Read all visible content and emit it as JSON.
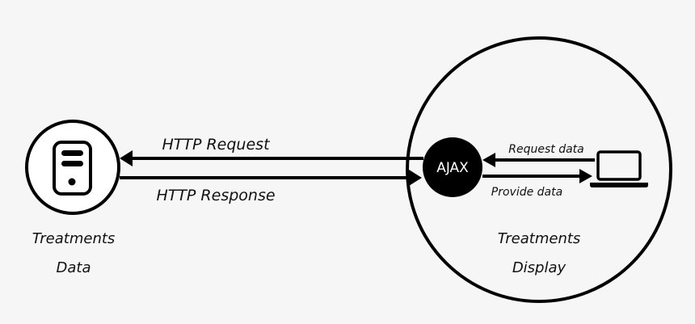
{
  "colors": {
    "background": "#f6f6f6",
    "stroke": "#000000",
    "ajax_fill": "#000000",
    "ajax_text": "#ffffff"
  },
  "server": {
    "icon": "server-icon",
    "label_line1": "Treatments",
    "label_line2": "Data"
  },
  "client": {
    "label_line1": "Treatments",
    "label_line2": "Display",
    "ajax_label": "AJAX",
    "device_icon": "laptop-icon"
  },
  "arrows": {
    "http_request": "HTTP Request",
    "http_response": "HTTP Response",
    "request_data": "Request data",
    "provide_data": "Provide data"
  }
}
